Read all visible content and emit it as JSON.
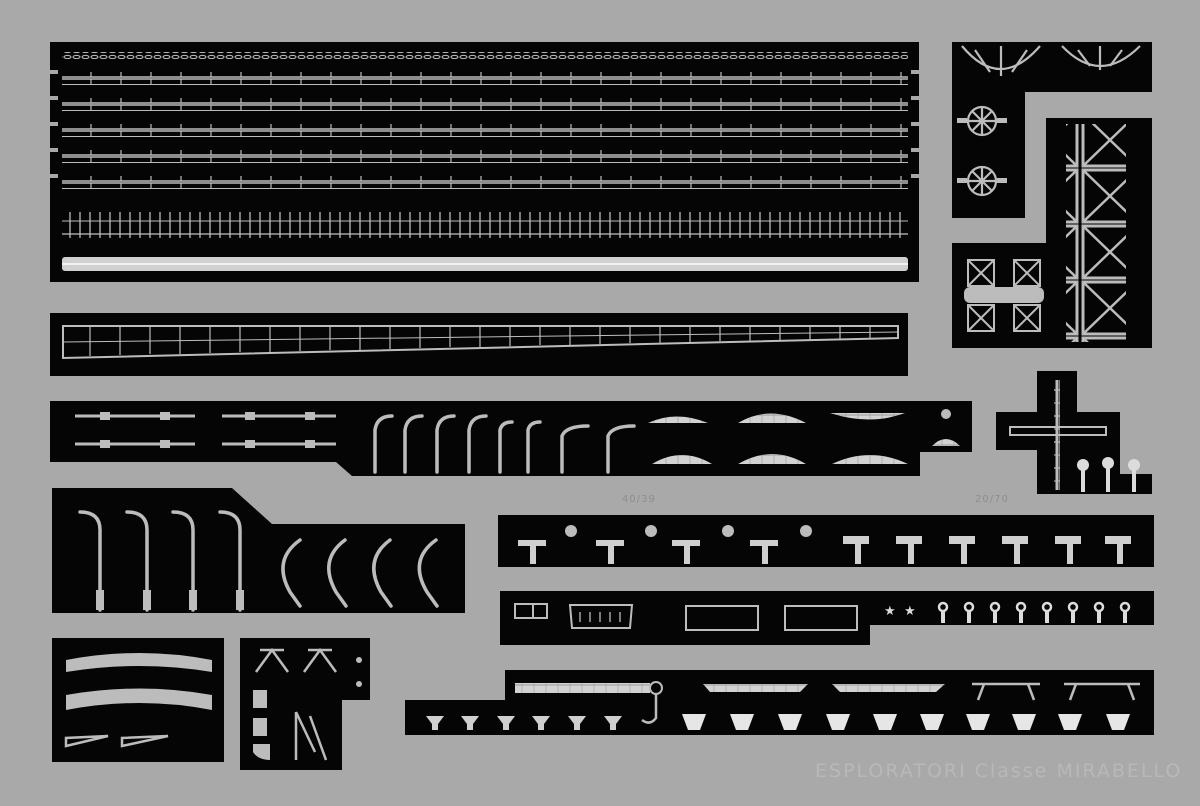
{
  "etched_title": "ESPLORATORI Classe MIRABELLO",
  "small_labels": {
    "gun_group_a": "40/39",
    "gun_group_b": "20/70"
  },
  "colors": {
    "plate": "#a9a9a9",
    "fret_black": "#050505",
    "brass_part": "#bcbcbc",
    "part_highlight": "#dcdcdc"
  }
}
